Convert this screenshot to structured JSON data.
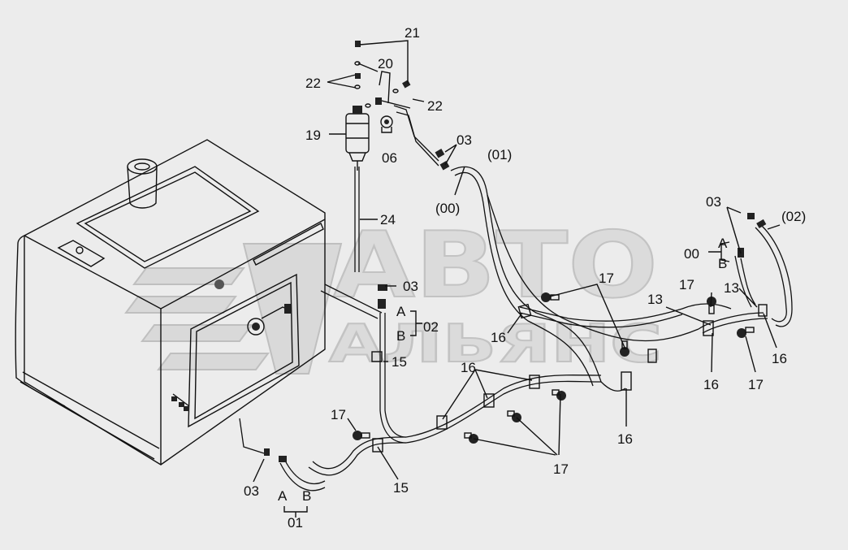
{
  "labels": {
    "n21": "21",
    "n20": "20",
    "n22a": "22",
    "n22b": "22",
    "n19": "19",
    "n06": "06",
    "n03a": "03",
    "n01p": "(01)",
    "n00p": "(00)",
    "n24": "24",
    "n03b": "03",
    "n02p": "(02)",
    "n00": "00",
    "a_top": "A",
    "b_top": "B",
    "n03c": "03",
    "a_mid": "A",
    "b_mid": "B",
    "n02": "02",
    "n15a": "15",
    "n17a": "17",
    "n13a": "13",
    "n17b": "17",
    "n13b": "13",
    "n16a": "16",
    "n16b": "16",
    "n16c": "16",
    "n16d": "16",
    "n16e": "16",
    "n17c": "17",
    "n17d": "17",
    "n17e": "17",
    "n15b": "15",
    "n03d": "03",
    "a_bot": "A",
    "b_bot": "B",
    "n01": "01"
  },
  "watermark": {
    "line1": "АВТО",
    "line2": "АЛЬЯНС"
  },
  "icons": {
    "watermark_logo": "autoalliance-logo-icon",
    "fuel_filter": "fuel-filter-icon",
    "bolt": "bolt-icon",
    "hose_clamp": "hose-clamp-icon"
  }
}
